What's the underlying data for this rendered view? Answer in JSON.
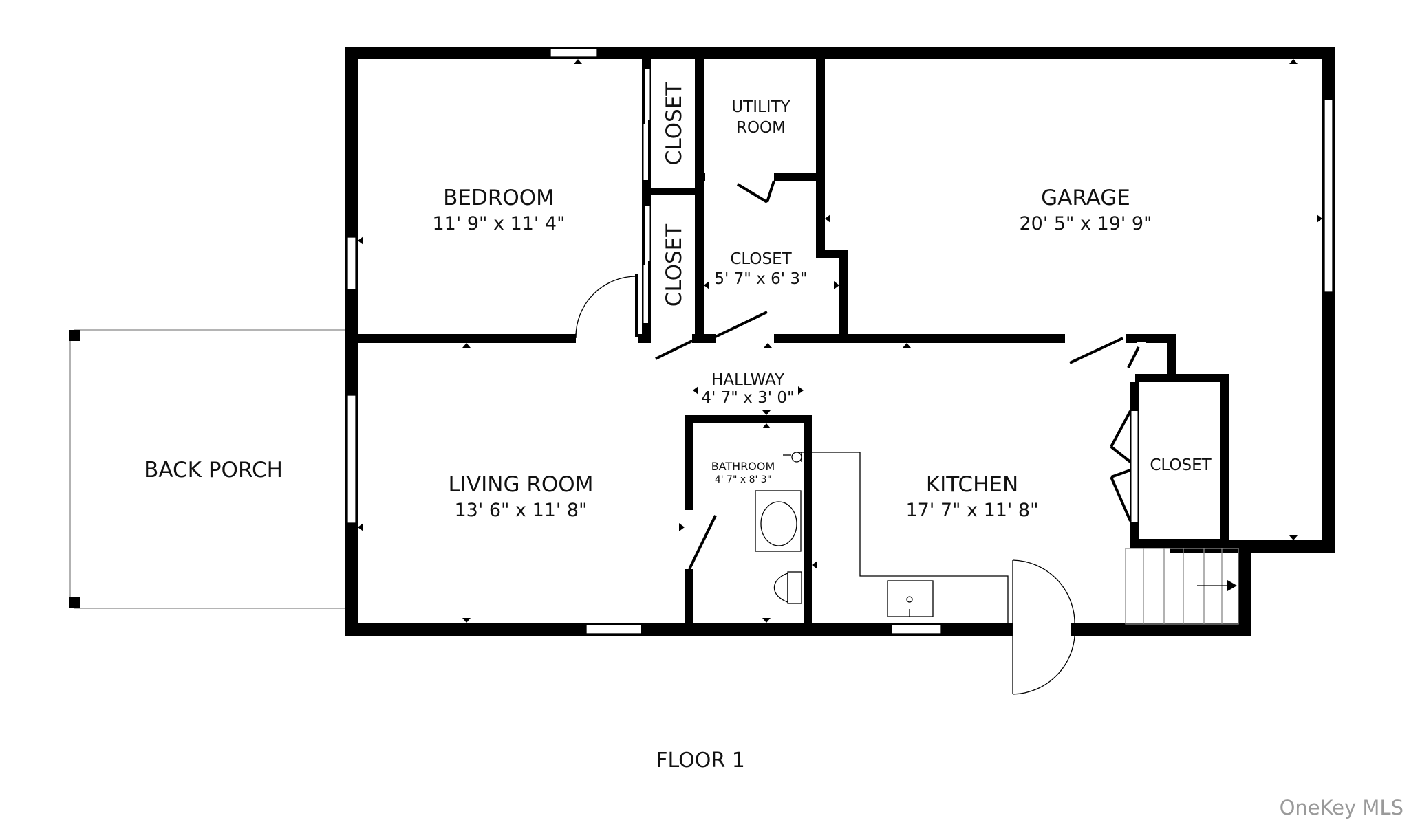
{
  "floor_label": "FLOOR 1",
  "watermark": "OneKey MLS",
  "rooms": {
    "bedroom": {
      "name": "BEDROOM",
      "dims": "11' 9\" x 11' 4\""
    },
    "garage": {
      "name": "GARAGE",
      "dims": "20' 5\" x 19' 9\""
    },
    "living_room": {
      "name": "LIVING ROOM",
      "dims": "13' 6\" x 11' 8\""
    },
    "kitchen": {
      "name": "KITCHEN",
      "dims": "17' 7\" x 11' 8\""
    },
    "hallway": {
      "name": "HALLWAY",
      "dims": "4' 7\" x 3' 0\""
    },
    "bathroom": {
      "name": "BATHROOM",
      "dims": "4' 7\" x 8' 3\""
    },
    "closet_mid": {
      "name": "CLOSET",
      "dims": "5' 7\" x 6' 3\""
    },
    "utility_room": {
      "line1": "UTILITY",
      "line2": "ROOM"
    },
    "closet_top": {
      "name": "CLOSET"
    },
    "closet_lower": {
      "name": "CLOSET"
    },
    "closet_kitchen": {
      "name": "CLOSET"
    },
    "back_porch": {
      "name": "BACK PORCH"
    }
  },
  "colors": {
    "wall": "#000000",
    "background": "#ffffff",
    "watermark": "#9a9a9a"
  }
}
